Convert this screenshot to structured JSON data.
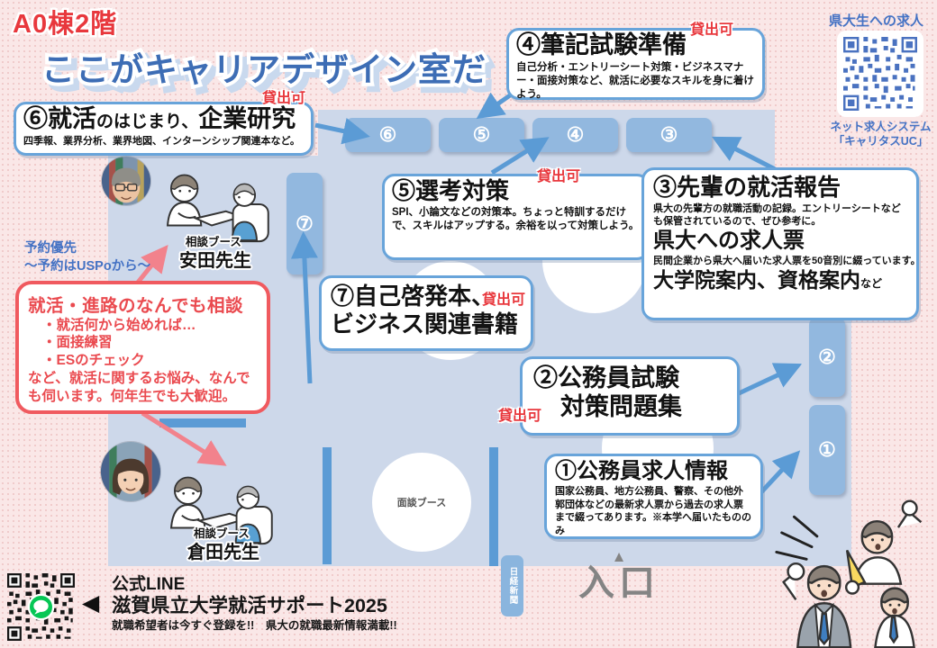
{
  "page": {
    "location_label": "A0棟2階",
    "title": "ここがキャリアデザイン室だ"
  },
  "recruit_qr": {
    "heading": "県大生への求人",
    "caption_line1": "ネット求人システム",
    "caption_line2": "「キャリタスUC」"
  },
  "lendable_label": "貸出可",
  "callouts": {
    "c6": {
      "title_big1": "⑥就活",
      "title_mid": "のはじまり、",
      "title_big2": "企業研究",
      "desc": "四季報、業界分析、業界地図、インターンシップ関連本など。"
    },
    "c4": {
      "title": "④筆記試験準備",
      "desc": "自己分析・エントリーシート対策・ビジネスマナー・面接対策など、就活に必要なスキルを身に着けよう。"
    },
    "c5": {
      "title": "⑤選考対策",
      "desc": "SPI、小論文などの対策本。ちょっと特訓するだけで、スキルはアップする。余裕を以って対策しよう。"
    },
    "c3": {
      "title": "③先輩の就活報告",
      "desc1": "県大の先輩方の就職活動の記録。エントリーシートなども保管されているので、ぜひ参考に。",
      "title2": "県大への求人票",
      "desc2": "民間企業から県大へ届いた求人票を50音別に綴っています。",
      "title3": "大学院案内、資格案内",
      "title3_suffix": "など"
    },
    "c7": {
      "title_line1": "⑦自己啓発本、",
      "title_line2": "ビジネス関連書籍"
    },
    "c2": {
      "title_line1": "②公務員試験",
      "title_line2": "対策問題集"
    },
    "c1": {
      "title": "①公務員求人情報",
      "desc": "国家公務員、地方公務員、警察、その他外郭団体などの最新求人票から過去の求人票まで綴ってあります。※本学へ届いたもののみ"
    }
  },
  "shelves": {
    "s6": "⑥",
    "s5": "⑤",
    "s4": "④",
    "s3": "③",
    "s7": "⑦",
    "s2": "②",
    "s1": "①"
  },
  "consult": {
    "priority_line1": "予約優先",
    "priority_line2": "～予約はUSPoから～",
    "box_title": "就活・進路のなんでも相談",
    "bullets": [
      "・就活何から始めれば…",
      "・面接練習",
      "・ESのチェック"
    ],
    "closing": "など、就活に関するお悩み、なんでも伺います。何年生でも大歓迎。"
  },
  "booths": {
    "booth_label": "相談ブース",
    "teacher1": "安田先生",
    "teacher2": "倉田先生",
    "interview_booth": "面談ブース",
    "newspaper": "日経新聞"
  },
  "entrance": {
    "label": "入口"
  },
  "line_promo": {
    "line1": "公式LINE",
    "line2": "滋賀県立大学就活サポート2025",
    "line3": "就職希望者は今すぐ登録を!!　県大の就職最新情報満載!!"
  },
  "icons": {
    "entrance_arrow": "▲",
    "line_pointer": "◀"
  },
  "colors": {
    "title_blue": "#3d6db5",
    "accent_red": "#e8383d",
    "floor": "#cdd8ea",
    "shelf_blue": "#92b8df",
    "arrow_blue": "#5b9bd5",
    "arrow_pink": "#f2828c",
    "consult_blue": "#4472c4",
    "qr_blue": "#4a72c0",
    "line_green": "#06c755",
    "entrance_gray": "#848484"
  }
}
